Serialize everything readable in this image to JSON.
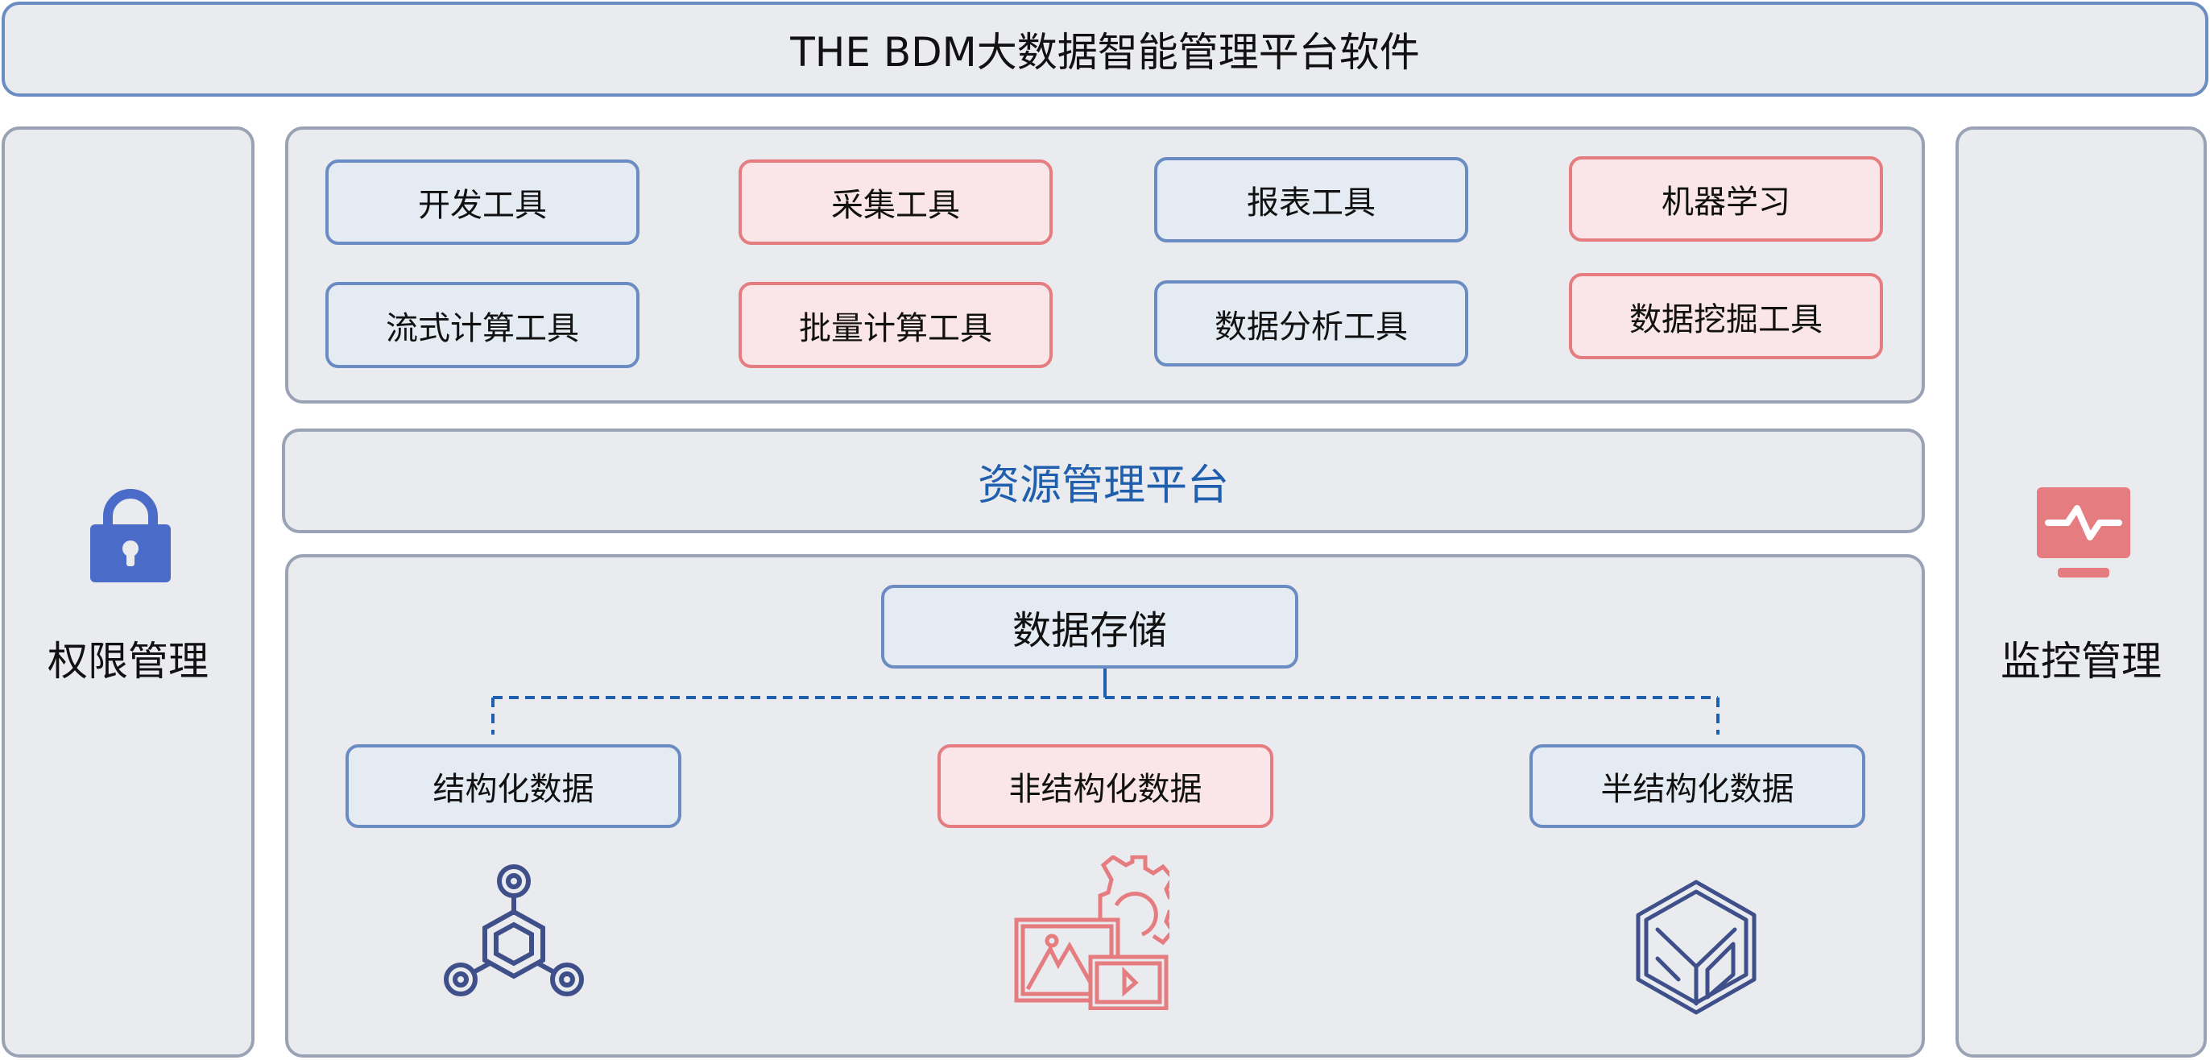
{
  "title": "THE BDM大数据智能管理平台软件",
  "left_panel": {
    "label": "权限管理",
    "icon": "lock-icon"
  },
  "right_panel": {
    "label": "监控管理",
    "icon": "monitor-pulse-icon"
  },
  "tools": [
    {
      "label": "开发工具",
      "style": "blue"
    },
    {
      "label": "采集工具",
      "style": "red"
    },
    {
      "label": "报表工具",
      "style": "blue"
    },
    {
      "label": "机器学习",
      "style": "red"
    },
    {
      "label": "流式计算工具",
      "style": "blue"
    },
    {
      "label": "批量计算工具",
      "style": "red"
    },
    {
      "label": "数据分析工具",
      "style": "blue"
    },
    {
      "label": "数据挖掘工具",
      "style": "red"
    }
  ],
  "resource_platform": {
    "label": "资源管理平台"
  },
  "storage": {
    "root": "数据存储",
    "children": [
      {
        "label": "结构化数据",
        "icon": "molecule-network-icon"
      },
      {
        "label": "非结构化数据",
        "icon": "media-gear-icon"
      },
      {
        "label": "半结构化数据",
        "icon": "hexagon-cube-icon"
      }
    ]
  },
  "colors": {
    "blue_border": "#6b8cc3",
    "red_border": "#e57c80",
    "accent_text": "#1f5fad",
    "icon_navy": "#3f4f8a",
    "lock": "#4a6cc8"
  }
}
